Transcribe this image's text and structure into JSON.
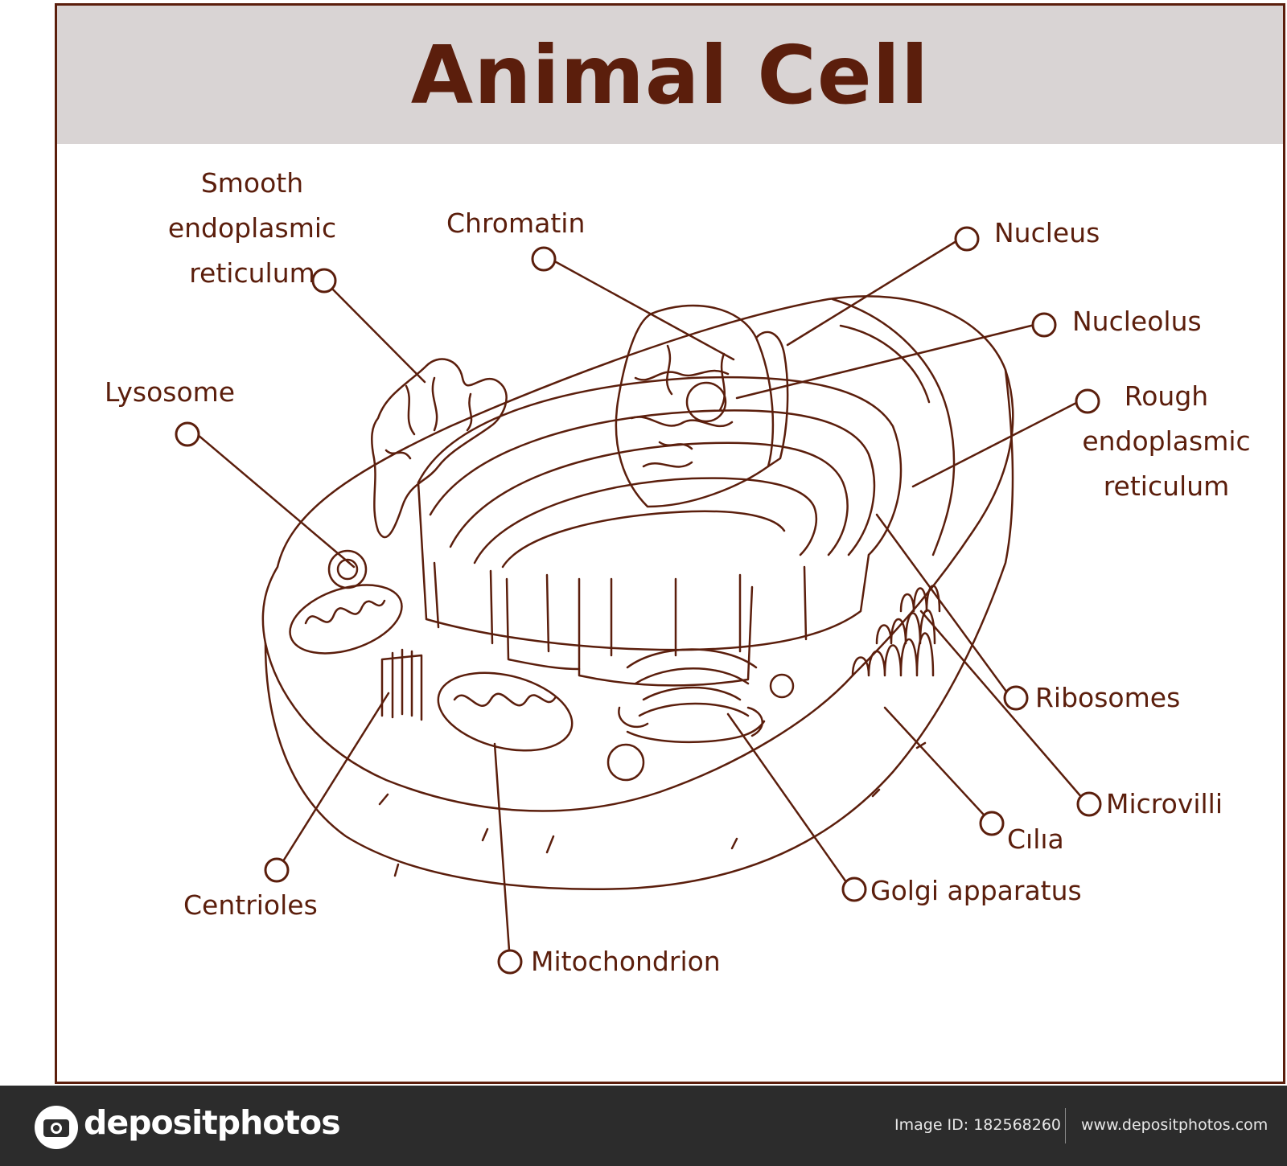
{
  "title": "Animal Cell",
  "labels": {
    "smooth_er": [
      "Smooth",
      "endoplasmic",
      "reticulum"
    ],
    "chromatin": "Chromatin",
    "nucleus": "Nucleus",
    "nucleolus": "Nucleolus",
    "rough_er": [
      "Rough",
      "endoplasmic",
      "reticulum"
    ],
    "lysosome": "Lysosome",
    "ribosomes": "Ribosomes",
    "microvilli": "Microvilli",
    "cilia": "Cılıa",
    "golgi": "Golgi apparatus",
    "centrioles": "Centrioles",
    "mitochondrion": "Mitochondrion"
  },
  "footer": {
    "brand": "depositphotos",
    "image_id": "Image ID: 182568260",
    "url": "www.depositphotos.com"
  },
  "colors": {
    "ink": "#5b1e0c",
    "title_band": "#d9d4d4",
    "footer_bg": "#2c2c2c"
  }
}
